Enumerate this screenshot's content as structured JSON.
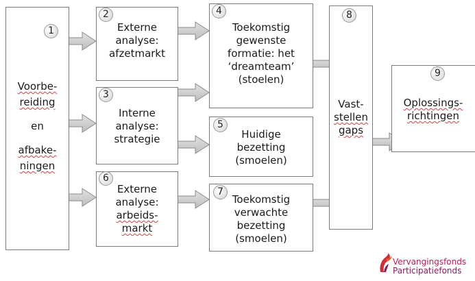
{
  "steps": {
    "s1": {
      "num": "1",
      "lines": [
        "Voorbe-",
        "reiding",
        "en",
        "afbake-",
        "ningen"
      ]
    },
    "s2": {
      "num": "2",
      "lines": [
        "Externe",
        "analyse:",
        "afzetmarkt"
      ]
    },
    "s3": {
      "num": "3",
      "lines": [
        "Interne",
        "analyse:",
        "strategie"
      ]
    },
    "s4": {
      "num": "4",
      "lines": [
        "Toekomstig",
        "gewenste",
        "formatie: het",
        "‘dreamteam’",
        "(stoelen)"
      ]
    },
    "s5": {
      "num": "5",
      "lines": [
        "Huidige",
        "bezetting",
        "(smoelen)"
      ]
    },
    "s6": {
      "num": "6",
      "lines": [
        "Externe",
        "analyse:",
        "arbeids-",
        "markt"
      ]
    },
    "s7": {
      "num": "7",
      "lines": [
        "Toekomstig",
        "verwachte",
        "bezetting",
        "(smoelen)"
      ]
    },
    "s8": {
      "num": "8",
      "lines": [
        "Vast-",
        "stellen",
        "gaps"
      ]
    },
    "s9": {
      "num": "9",
      "lines": [
        "Oplossings-",
        "richtingen"
      ]
    }
  },
  "logo": {
    "line1": "Vervangingsfonds",
    "line2": "Participatiefonds",
    "color1": "#c2185b",
    "color2": "#8e1b5a"
  },
  "colors": {
    "border": "#7a7a7a",
    "arrow_fill": "#d2d2d2",
    "arrow_stroke": "#8a8a8a"
  }
}
